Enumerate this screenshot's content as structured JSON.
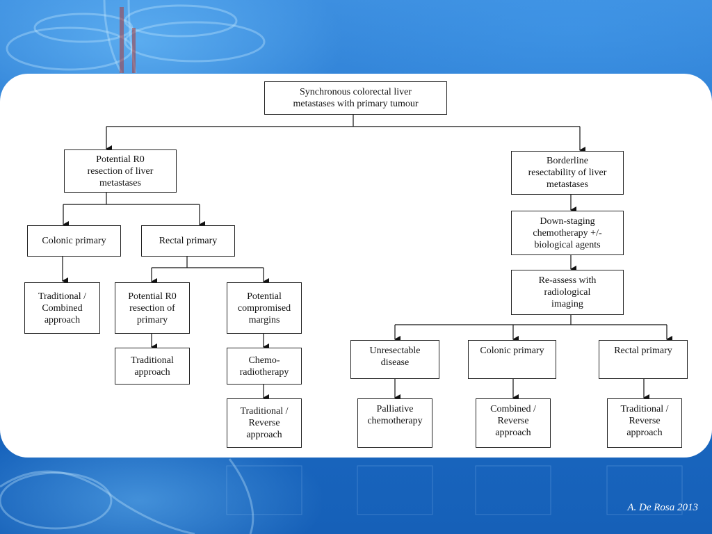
{
  "slide": {
    "credit": "A. De Rosa 2013"
  },
  "diagram": {
    "root": "Synchronous colorectal liver\nmetastases with primary tumour",
    "left": {
      "header": "Potential R0\nresection of liver\nmetastases",
      "colonic": "Colonic primary",
      "colonic_outcome": "Traditional /\nCombined\napproach",
      "rectal": "Rectal primary",
      "r0_primary": "Potential R0\nresection of\nprimary",
      "r0_outcome": "Traditional\napproach",
      "compromised": "Potential\ncompromised\nmargins",
      "chemo_rt": "Chemo-\nradiotherapy",
      "compromised_outcome": "Traditional /\nReverse\napproach"
    },
    "right": {
      "header": "Borderline\nresectability of liver\nmetastases",
      "downstaging": "Down-staging\nchemotherapy +/-\nbiological agents",
      "reassess": "Re-assess with\nradiological\nimaging",
      "unresectable": "Unresectable\ndisease",
      "unresectable_outcome": "Palliative\nchemotherapy",
      "colonic": "Colonic primary",
      "colonic_outcome": "Combined /\nReverse\napproach",
      "rectal": "Rectal primary",
      "rectal_outcome": "Traditional /\nReverse\napproach"
    }
  }
}
